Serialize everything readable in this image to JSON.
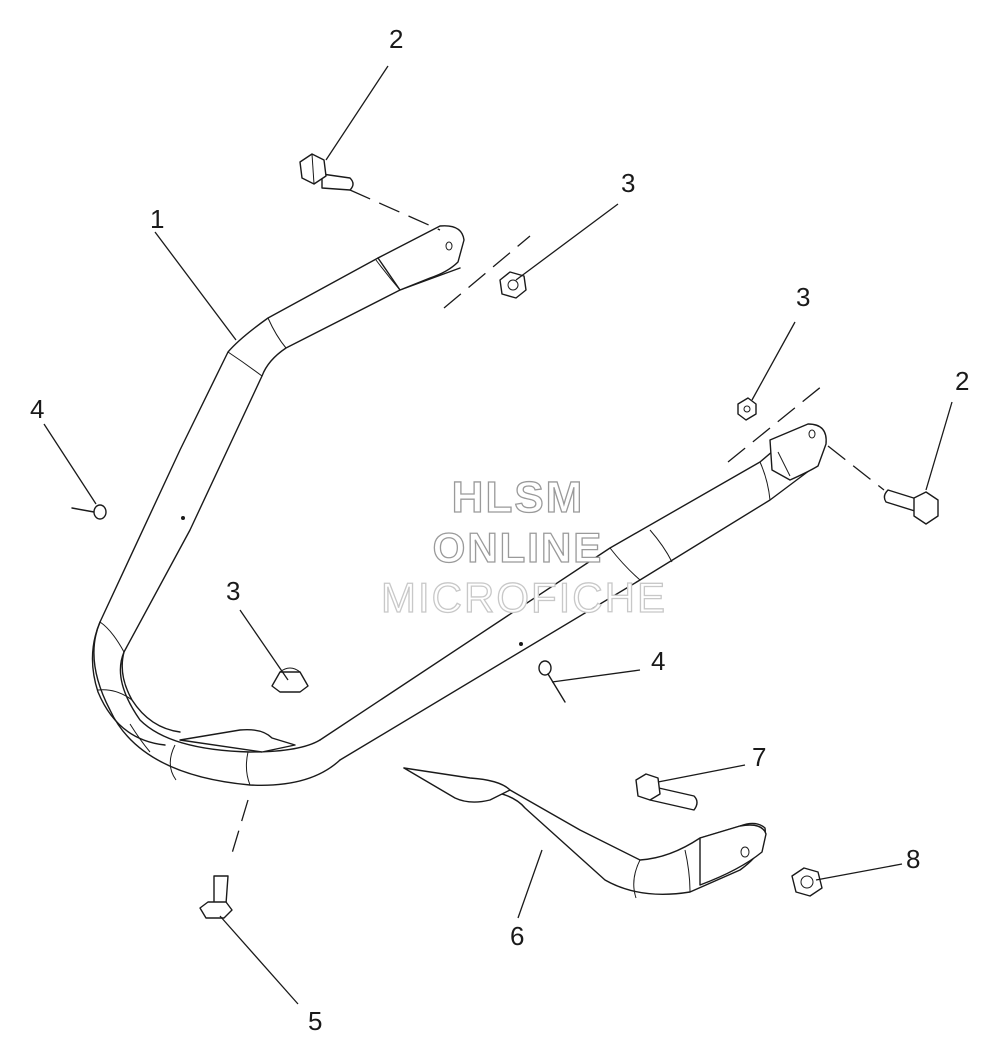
{
  "watermark": {
    "line1": "HLSM",
    "line2": "ONLINE",
    "line3": "MICROFICHE"
  },
  "callouts": [
    {
      "id": "c1",
      "label": "1"
    },
    {
      "id": "c2a",
      "label": "2"
    },
    {
      "id": "c2b",
      "label": "2"
    },
    {
      "id": "c3a",
      "label": "3"
    },
    {
      "id": "c3b",
      "label": "3"
    },
    {
      "id": "c3c",
      "label": "3"
    },
    {
      "id": "c4a",
      "label": "4"
    },
    {
      "id": "c4b",
      "label": "4"
    },
    {
      "id": "c5",
      "label": "5"
    },
    {
      "id": "c6",
      "label": "6"
    },
    {
      "id": "c7",
      "label": "7"
    },
    {
      "id": "c8",
      "label": "8"
    }
  ]
}
